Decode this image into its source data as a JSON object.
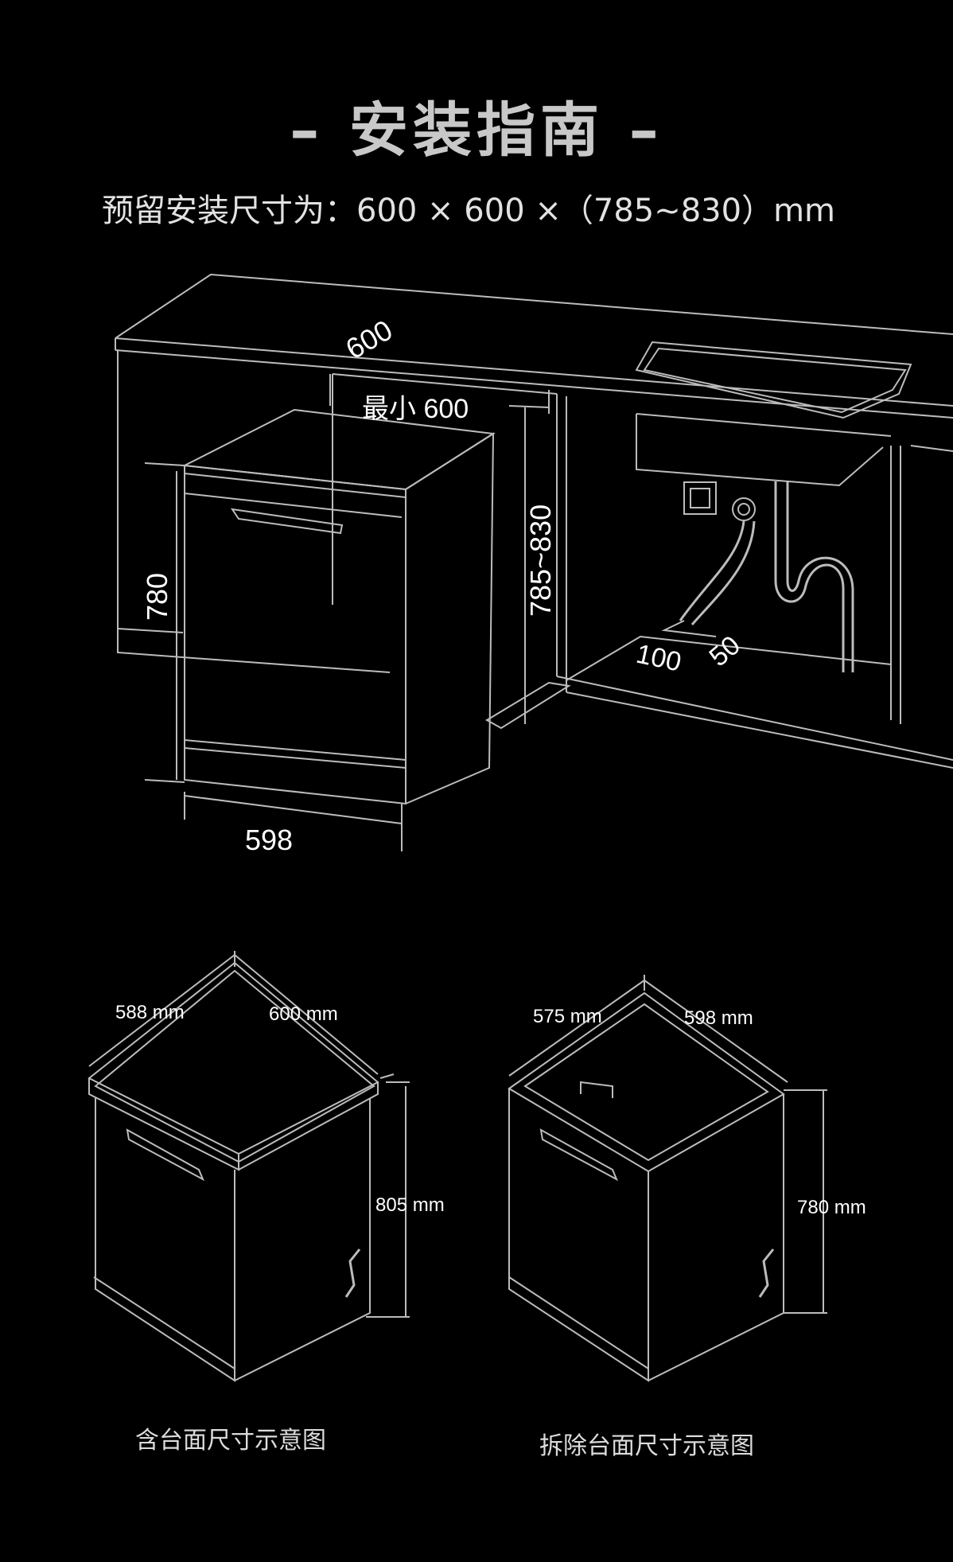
{
  "header": {
    "title": "– 安装指南 –",
    "subtitle": "预留安装尺寸为：600 × 600 ×（785~830）mm"
  },
  "install_diagram": {
    "depth_label": "600",
    "min_width_label": "最小 600",
    "height_range_label": "785~830",
    "unit_height_label": "780",
    "unit_width_label": "598",
    "pipe_label_1": "100",
    "pipe_label_2": "50"
  },
  "unit_with_top": {
    "depth_label": "588 mm",
    "width_label": "600 mm",
    "height_label": "805 mm",
    "caption": "含台面尺寸示意图"
  },
  "unit_without_top": {
    "depth_label": "575 mm",
    "width_label": "598 mm",
    "height_label": "780 mm",
    "caption": "拆除台面尺寸示意图"
  },
  "colors": {
    "background": "#000000",
    "line": "#bcbcbc",
    "text": "#ffffff"
  }
}
